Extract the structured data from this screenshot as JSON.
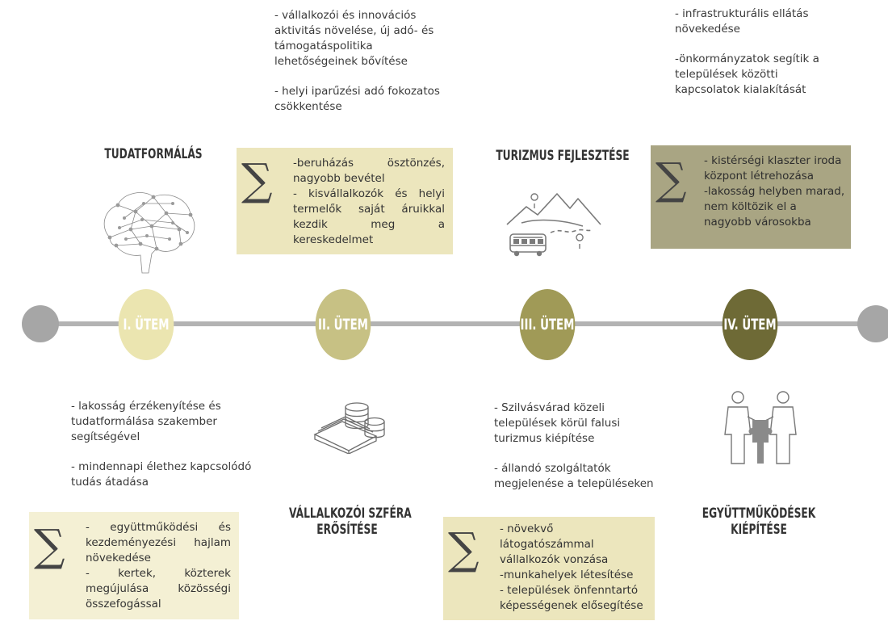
{
  "colors": {
    "stage1": "#ebe5b0",
    "stage2": "#c7c184",
    "stage3": "#a09a57",
    "stage4": "#6e6a36",
    "box_light": "#f4f0d4",
    "box_mid": "#ece6bd",
    "box_dark": "#a9a583"
  },
  "stages": [
    {
      "label": "I. ÜTEM"
    },
    {
      "label": "II. ÜTEM"
    },
    {
      "label": "III. ÜTEM"
    },
    {
      "label": "IV. ÜTEM"
    }
  ],
  "headings": {
    "tudatformalas": "TUDATFORMÁLÁS",
    "turizmus": "TURIZMUS FEJLESZTÉSE",
    "vallalkozoi_1": "VÁLLALKOZÓI SZFÉRA",
    "vallalkozoi_2": "ERŐSÍTÉSE",
    "egyuttmukodesek_1": "EGYÜTTMŰKÖDÉSEK",
    "egyuttmukodesek_2": "KIÉPÍTÉSE"
  },
  "texts": {
    "top_center": [
      "- vállalkozói és innovációs aktivitás növelése, új adó- és támogatáspolitika lehetőségeinek bővítése",
      "- helyi iparűzési adó fokozatos csökkentése"
    ],
    "top_right": [
      "- infrastrukturális ellátás növekedése",
      "-önkormányzatok segítik a települések közötti kapcsolatok kialakítását"
    ],
    "bottom_left": [
      "- lakosság érzékenyítése és tudatformálása szakember segítségével",
      "- mindennapi élethez kapcsolódó tudás átadása"
    ],
    "bottom_center": [
      "- Szilvásvárad közeli települések körül falusi turizmus kiépítése",
      "- állandó szolgáltatók megjelenése a településeken"
    ]
  },
  "boxes": {
    "box1": {
      "sigma": "∑",
      "lines": [
        "-beruházás ösztönzés, nagyobb bevétel",
        "- kisvállalkozók és helyi termelők saját áruikkal kezdik meg a kereskedelmet"
      ]
    },
    "box2": {
      "sigma": "∑",
      "lines": [
        "- kistérségi klaszter iroda központ létrehozása",
        "-lakosság helyben marad, nem költözik el a nagyobb városokba"
      ]
    },
    "box3": {
      "sigma": "∑",
      "lines": [
        "- együttműködési és kezdeményezési hajlam növekedése",
        "- kertek, közterek megújulása közösségi összefogással"
      ]
    },
    "box4": {
      "sigma": "∑",
      "lines": [
        "- növekvő látogatószámmal vállalkozók vonzása",
        "-munkahelyek létesítése",
        "- települések önfenntartó képességenek elősegítése"
      ]
    }
  },
  "icons": [
    "brain-network-icon",
    "mountain-bus-icon",
    "coins-money-icon",
    "puzzle-people-icon"
  ]
}
